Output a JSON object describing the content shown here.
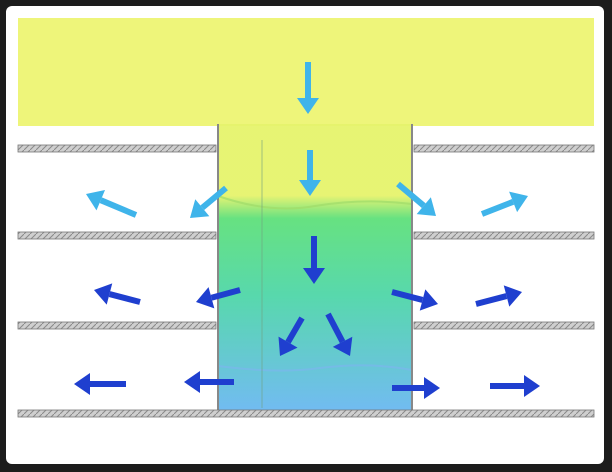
{
  "diagram": {
    "colors": {
      "frame": "#1c1c1c",
      "panel_background": "#ffffff",
      "top_zone": "#eef57a",
      "floor_slab": "#b8b8b8",
      "floor_slab_edge": "#777777",
      "shaft_top": "#e6f36c",
      "shaft_middle": "#5fe07a",
      "shaft_bottom": "#6ab8f0",
      "arrow_light_blue": "#3fb4ea",
      "arrow_dark_blue": "#1f3fcf"
    },
    "arrows": [
      {
        "id": "arrow-top-down",
        "color": "arrow_light_blue",
        "direction": "down"
      },
      {
        "id": "arrow-shaft-down-1",
        "color": "arrow_light_blue",
        "direction": "down"
      },
      {
        "id": "arrow-shaft-down-2",
        "color": "arrow_dark_blue",
        "direction": "down"
      },
      {
        "id": "arrow-shaft-down-left",
        "color": "arrow_dark_blue",
        "direction": "down-left"
      },
      {
        "id": "arrow-shaft-down-right",
        "color": "arrow_dark_blue",
        "direction": "down-right"
      },
      {
        "id": "arrow-floor1-left-outer",
        "color": "arrow_light_blue",
        "direction": "up-left"
      },
      {
        "id": "arrow-floor1-left-inner",
        "color": "arrow_light_blue",
        "direction": "down-left"
      },
      {
        "id": "arrow-floor1-right-inner",
        "color": "arrow_light_blue",
        "direction": "down-right"
      },
      {
        "id": "arrow-floor1-right-outer",
        "color": "arrow_light_blue",
        "direction": "up-right"
      },
      {
        "id": "arrow-floor2-left-outer",
        "color": "arrow_dark_blue",
        "direction": "left"
      },
      {
        "id": "arrow-floor2-left-inner",
        "color": "arrow_dark_blue",
        "direction": "left"
      },
      {
        "id": "arrow-floor2-right-inner",
        "color": "arrow_dark_blue",
        "direction": "right"
      },
      {
        "id": "arrow-floor2-right-outer",
        "color": "arrow_dark_blue",
        "direction": "right"
      },
      {
        "id": "arrow-floor3-left-outer",
        "color": "arrow_dark_blue",
        "direction": "left"
      },
      {
        "id": "arrow-floor3-left-inner",
        "color": "arrow_dark_blue",
        "direction": "left"
      },
      {
        "id": "arrow-floor3-right-inner",
        "color": "arrow_dark_blue",
        "direction": "right"
      },
      {
        "id": "arrow-floor3-right-outer",
        "color": "arrow_dark_blue",
        "direction": "right"
      }
    ]
  }
}
